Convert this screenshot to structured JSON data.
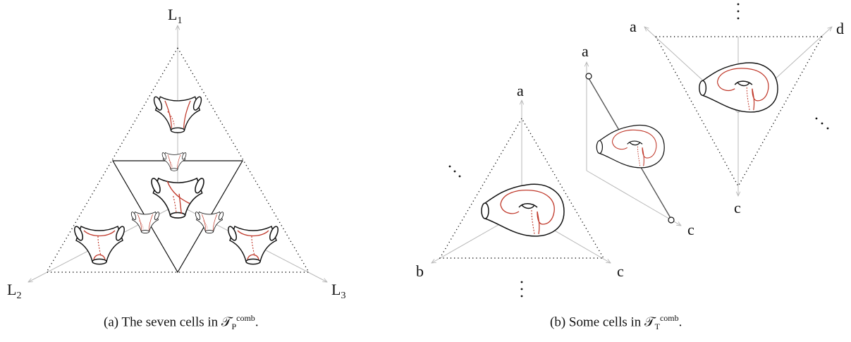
{
  "panel_a": {
    "labels": {
      "top": "L",
      "top_sub": "1",
      "left": "L",
      "left_sub": "2",
      "right": "L",
      "right_sub": "3"
    },
    "caption": {
      "prefix": "(a) The seven cells in ",
      "symbol": "𝒯",
      "sub": "P",
      "sup": "comb",
      "suffix": "."
    }
  },
  "panel_b": {
    "triangle_labels": {
      "top": "a",
      "left": "b",
      "right": "c"
    },
    "edge_labels": {
      "a": "a",
      "c": "c"
    },
    "tetra_labels": {
      "a": "a",
      "d": "d",
      "c": "c"
    },
    "caption": {
      "prefix": "(b) Some cells in ",
      "symbol": "𝒯",
      "sub": "T",
      "sup": "comb",
      "suffix": "."
    }
  },
  "colors": {
    "ink": "#111111",
    "axis": "#b8b8b8",
    "curve": "#c0392b"
  }
}
